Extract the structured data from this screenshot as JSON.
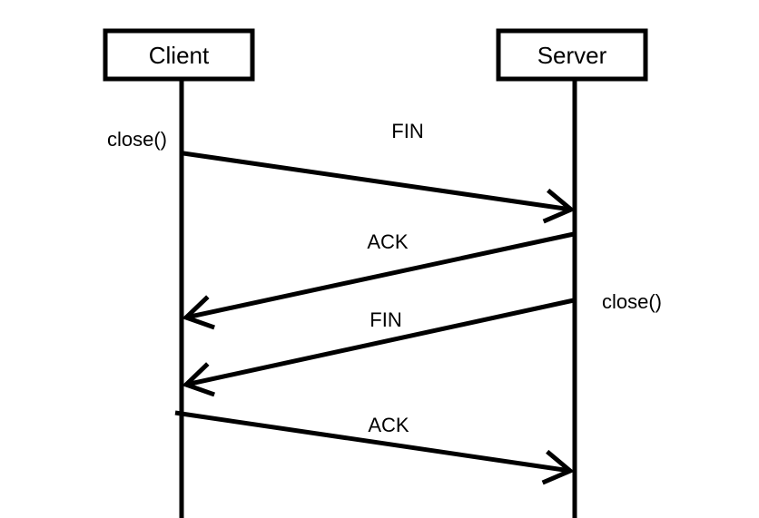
{
  "diagram": {
    "kind": "sequence-diagram",
    "actors": [
      {
        "name": "Client"
      },
      {
        "name": "Server"
      }
    ],
    "messages": [
      {
        "label": "FIN",
        "from": "Client",
        "to": "Server",
        "annotation": "close()",
        "annotation_side": "left"
      },
      {
        "label": "ACK",
        "from": "Server",
        "to": "Client"
      },
      {
        "label": "FIN",
        "from": "Server",
        "to": "Client",
        "annotation": "close()",
        "annotation_side": "right"
      },
      {
        "label": "ACK",
        "from": "Client",
        "to": "Server"
      }
    ],
    "colors": {
      "line": "#000000",
      "text": "#000000",
      "background": "#ffffff"
    }
  }
}
